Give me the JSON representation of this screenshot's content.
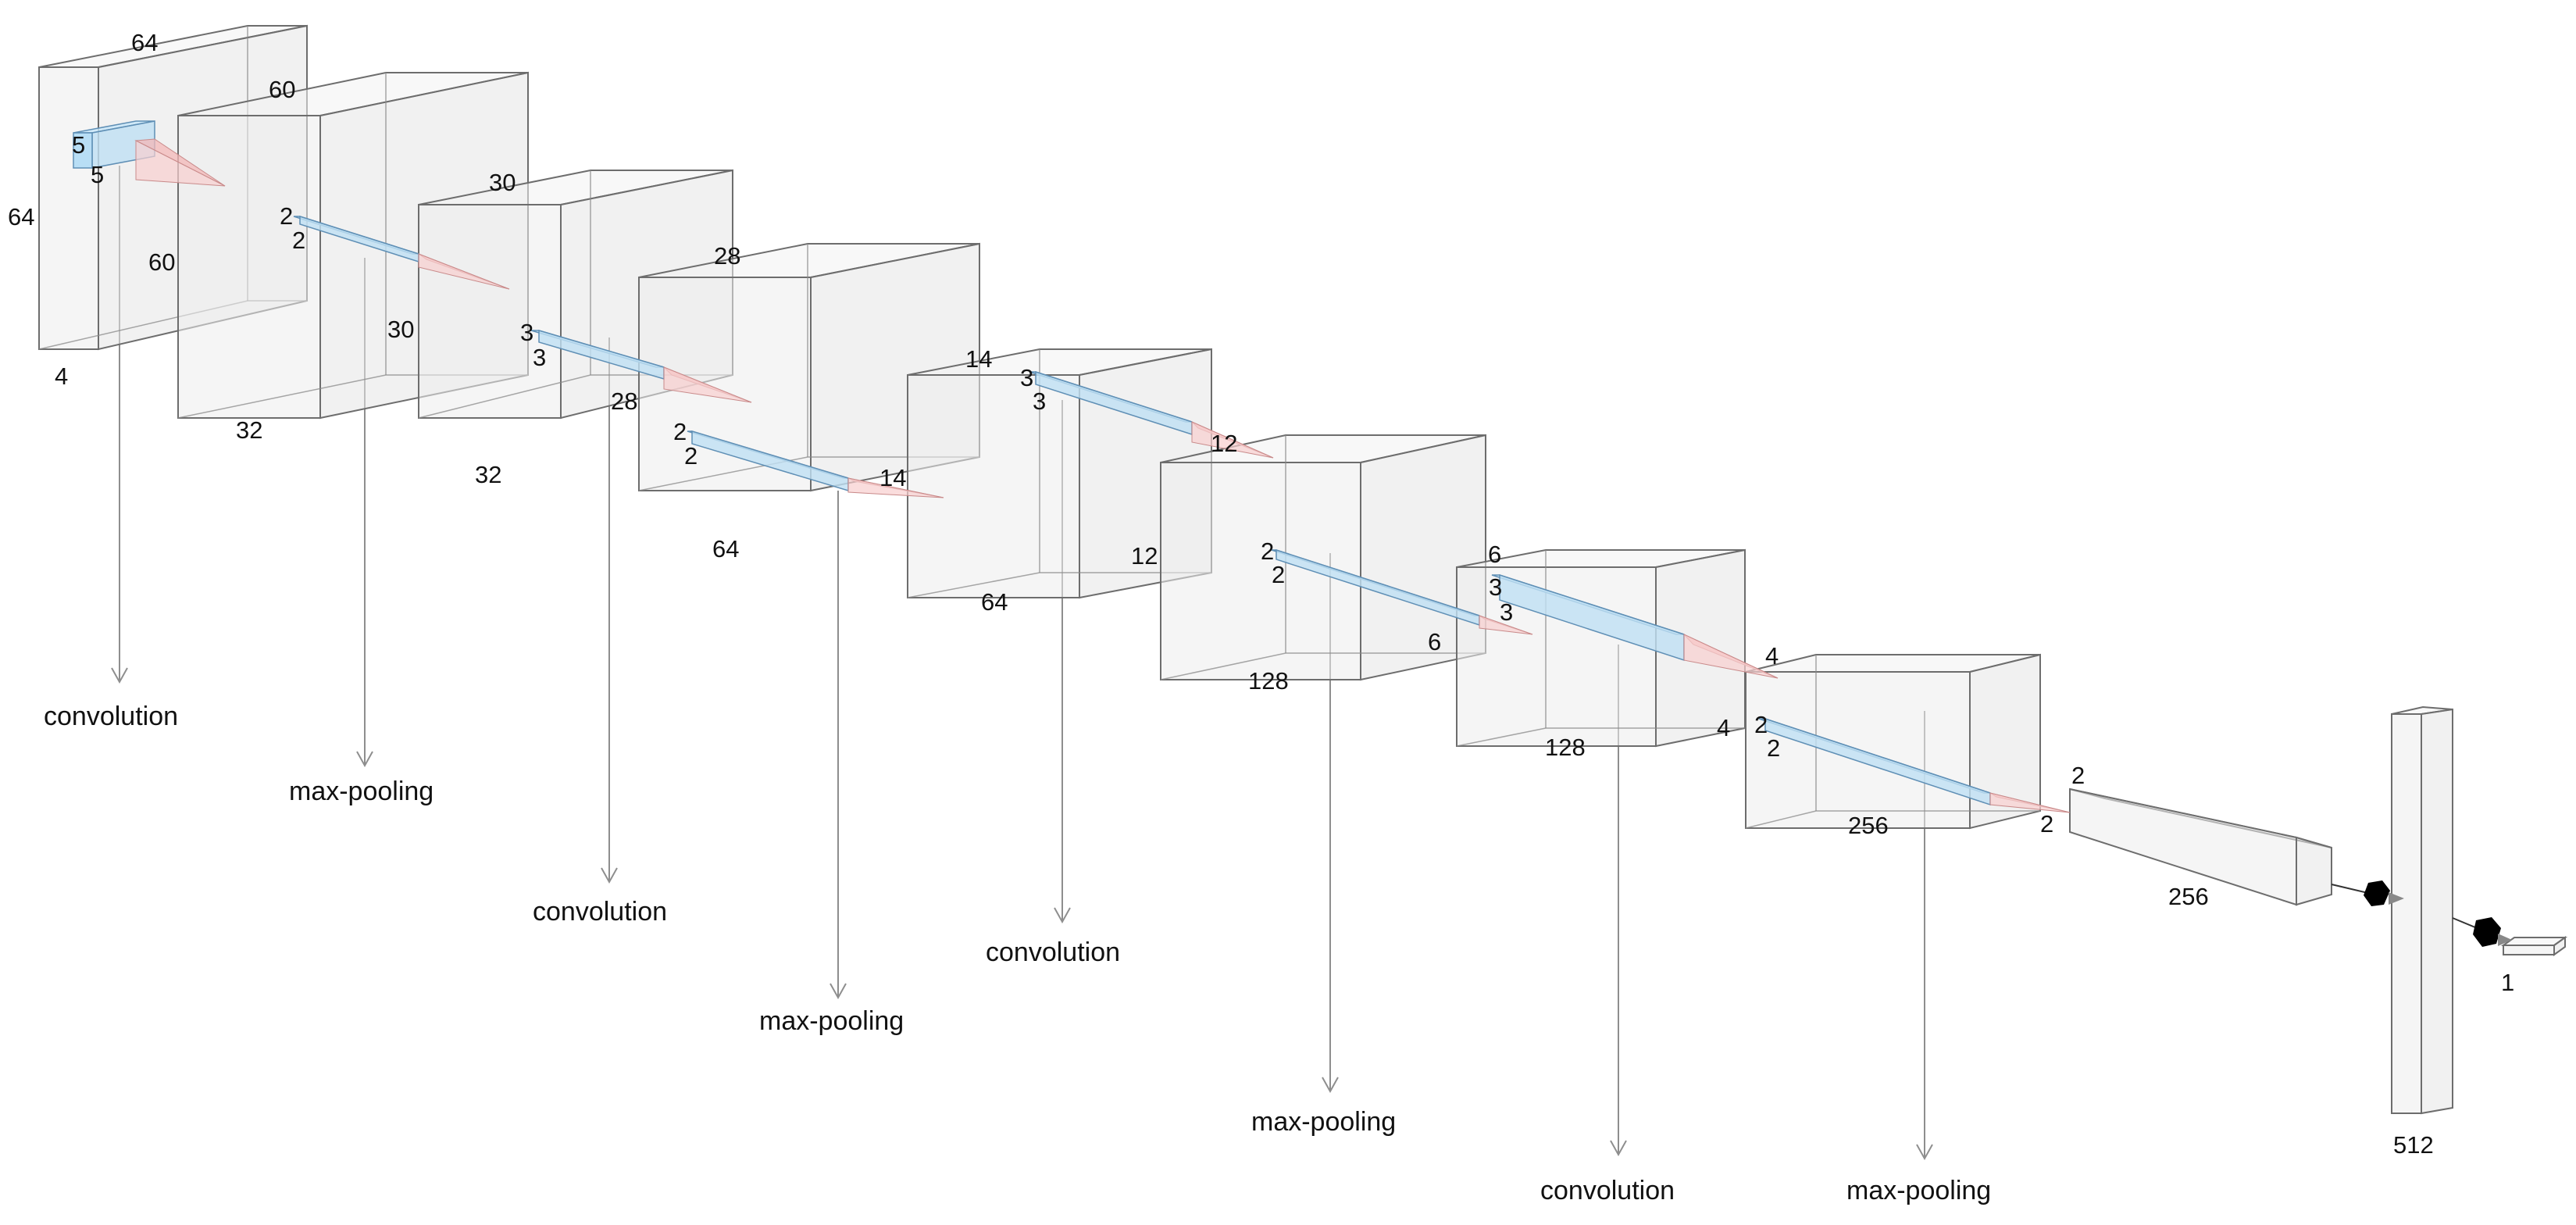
{
  "blocks": [
    {
      "height": "64",
      "width": "64",
      "depth": "4"
    },
    {
      "height": "60",
      "width": "60",
      "depth": "32"
    },
    {
      "height": "30",
      "width": "30",
      "depth": "32"
    },
    {
      "height": "28",
      "width": "28",
      "depth": "64"
    },
    {
      "height": "14",
      "width": "14",
      "depth": "64"
    },
    {
      "height": "12",
      "width": "12",
      "depth": "128"
    },
    {
      "height": "6",
      "width": "6",
      "depth": "128"
    },
    {
      "height": "4",
      "width": "4",
      "depth": "256"
    },
    {
      "height": "2",
      "width": "2",
      "depth": "256"
    },
    {
      "depth": "512"
    },
    {
      "depth": "1"
    }
  ],
  "kernels": [
    {
      "h": "5",
      "w": "5"
    },
    {
      "h": "2",
      "w": "2"
    },
    {
      "h": "3",
      "w": "3"
    },
    {
      "h": "2",
      "w": "2"
    },
    {
      "h": "3",
      "w": "3"
    },
    {
      "h": "2",
      "w": "2"
    },
    {
      "h": "3",
      "w": "3"
    },
    {
      "h": "2",
      "w": "2"
    }
  ],
  "operations": [
    "convolution",
    "max-pooling",
    "convolution",
    "max-pooling",
    "convolution",
    "max-pooling",
    "convolution",
    "max-pooling"
  ]
}
